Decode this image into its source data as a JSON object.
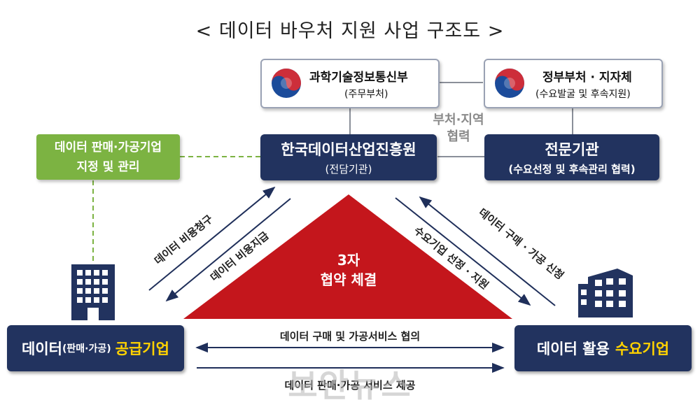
{
  "title": "< 데이터 바우처 지원 사업 구조도 >",
  "ministry": {
    "name": "과학기술정보통신부",
    "role": "(주무부처)"
  },
  "govt": {
    "name": "정부부처 · 지자체",
    "role": "(수요발굴 및 후속지원)"
  },
  "kdata": {
    "name": "한국데이터산업진흥원",
    "role": "(전담기관)"
  },
  "expert": {
    "name": "전문기관",
    "role": "(수요선정 및 후속관리 협력)"
  },
  "cooperation": {
    "line1": "부처·지역",
    "line2": "협력"
  },
  "designation": {
    "line1": "데이터 판매·가공기업",
    "line2": "지정 및 관리"
  },
  "triangle": {
    "line1": "3자",
    "line2": "협약 체결"
  },
  "supplier": {
    "prefix": "데이터",
    "detail": "(판매·가공)",
    "highlight": "공급기업"
  },
  "demand": {
    "prefix": "데이터 활용",
    "highlight": "수요기업"
  },
  "flows": {
    "cost_claim": "데이터 비용청구",
    "cost_pay": "데이터 비용지급",
    "demand_select": "수요기업 선정 · 지원",
    "purchase_apply": "데이터 구매 · 가공 신청",
    "consult": "데이터 구매 및 가공서비스 협의",
    "provide": "데이터 판매·가공 서비스 제공"
  },
  "watermark": "보안뉴스",
  "colors": {
    "navy": "#22335f",
    "green": "#7cb342",
    "triangle": "#c4161c",
    "highlight": "#ffd200",
    "gov_blue": "#1b4b9a",
    "gov_red": "#cd2e3a"
  }
}
